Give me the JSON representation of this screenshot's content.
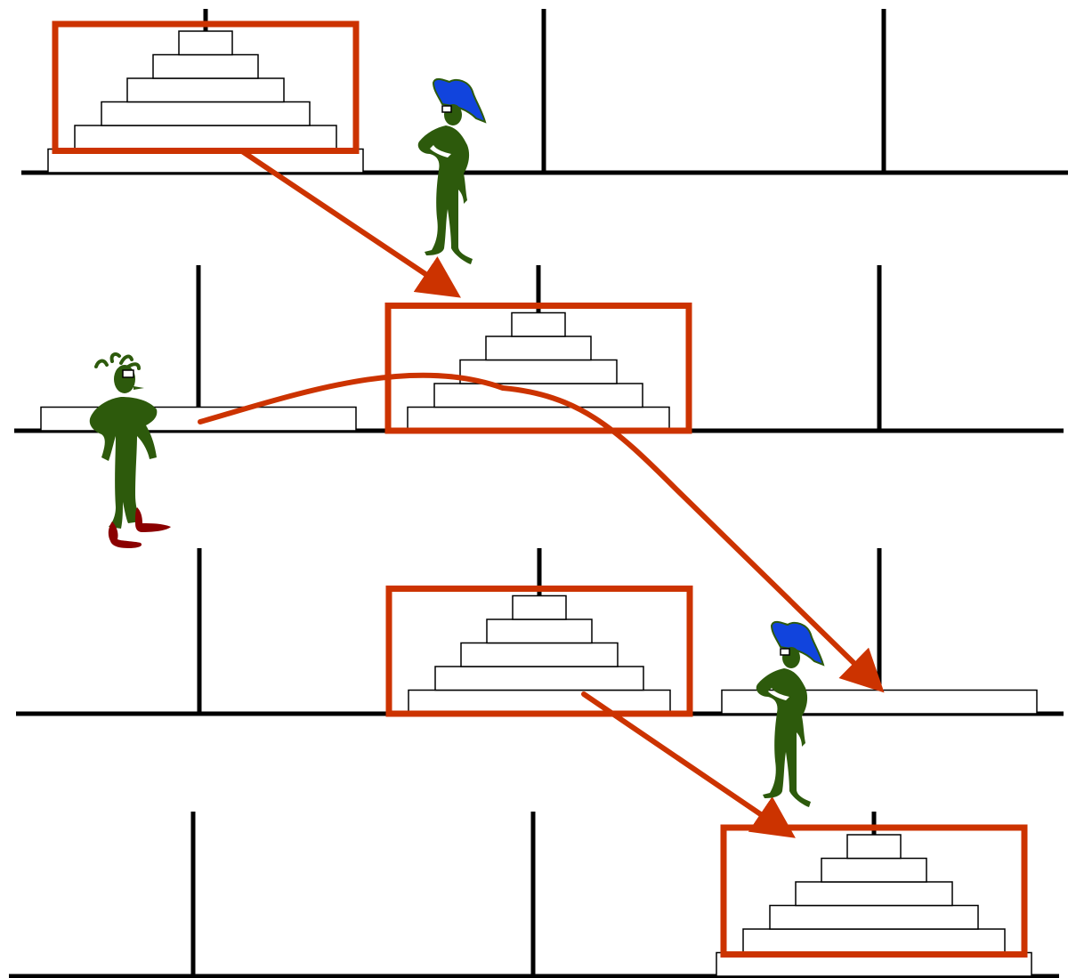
{
  "diagram": {
    "puzzle": "tower-of-hanoi",
    "disk_count": 6,
    "peg_count": 3,
    "stages": [
      {
        "step": 1,
        "pegs": [
          [
            6,
            5,
            4,
            3,
            2,
            1
          ],
          [],
          []
        ],
        "highlight": "top-5-disks-on-peg-1",
        "figure": "pirate-captain"
      },
      {
        "step": 2,
        "pegs": [
          [
            6
          ],
          [
            5,
            4,
            3,
            2,
            1
          ],
          []
        ],
        "highlight": "5-disks-on-peg-2",
        "figure": "sailor"
      },
      {
        "step": 3,
        "pegs": [
          [],
          [
            5,
            4,
            3,
            2,
            1
          ],
          [
            6
          ]
        ],
        "highlight": "5-disks-on-peg-2",
        "figure": "pirate-captain"
      },
      {
        "step": 4,
        "pegs": [
          [],
          [],
          [
            6,
            5,
            4,
            3,
            2,
            1
          ]
        ],
        "highlight": "top-5-disks-on-peg-3",
        "figure": null
      }
    ],
    "moves": [
      {
        "from_step": 1,
        "to_step": 2,
        "kind": "move-5-disk-tower"
      },
      {
        "from_step": 2,
        "to_step": 3,
        "kind": "move-largest-disk"
      },
      {
        "from_step": 3,
        "to_step": 4,
        "kind": "move-5-disk-tower"
      }
    ],
    "colors": {
      "highlight": "#cc3300",
      "arrow": "#cc3300",
      "figure_body": "#2d5a0c",
      "hat": "#1144dd",
      "boots": "#8b0000",
      "line": "#000000",
      "disk_fill": "#ffffff"
    }
  }
}
